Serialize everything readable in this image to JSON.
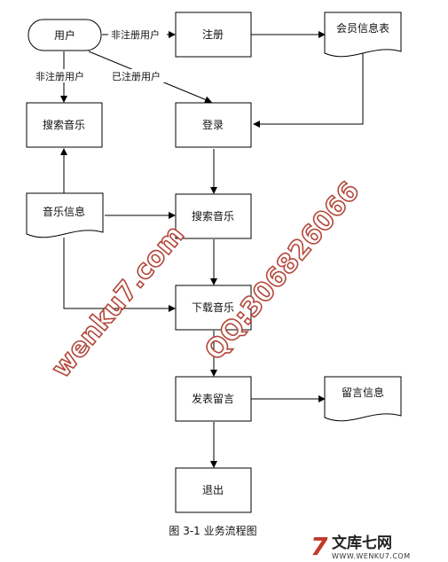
{
  "nodes": {
    "user": "用户",
    "register": "注册",
    "member_table": "会员信息表",
    "search_music_left": "搜索音乐",
    "login": "登录",
    "music_info": "音乐信息",
    "search_music_center": "搜索音乐",
    "download_music": "下载音乐",
    "post_message": "发表留言",
    "message_info": "留言信息",
    "exit": "退出"
  },
  "edges": {
    "unregistered_right": "非注册用户",
    "unregistered_down": "非注册用户",
    "registered": "已注册用户"
  },
  "caption": "图 3-1 业务流程图",
  "watermark": {
    "site": "wenku7.com",
    "qq": "QQ:306826066"
  },
  "brand": {
    "mark": "7",
    "name": "文库七网",
    "url": "WWW.WENKU7.COM"
  },
  "colors": {
    "line": "#000000",
    "watermark": "#b2473a",
    "brand_red": "#c0392b"
  }
}
